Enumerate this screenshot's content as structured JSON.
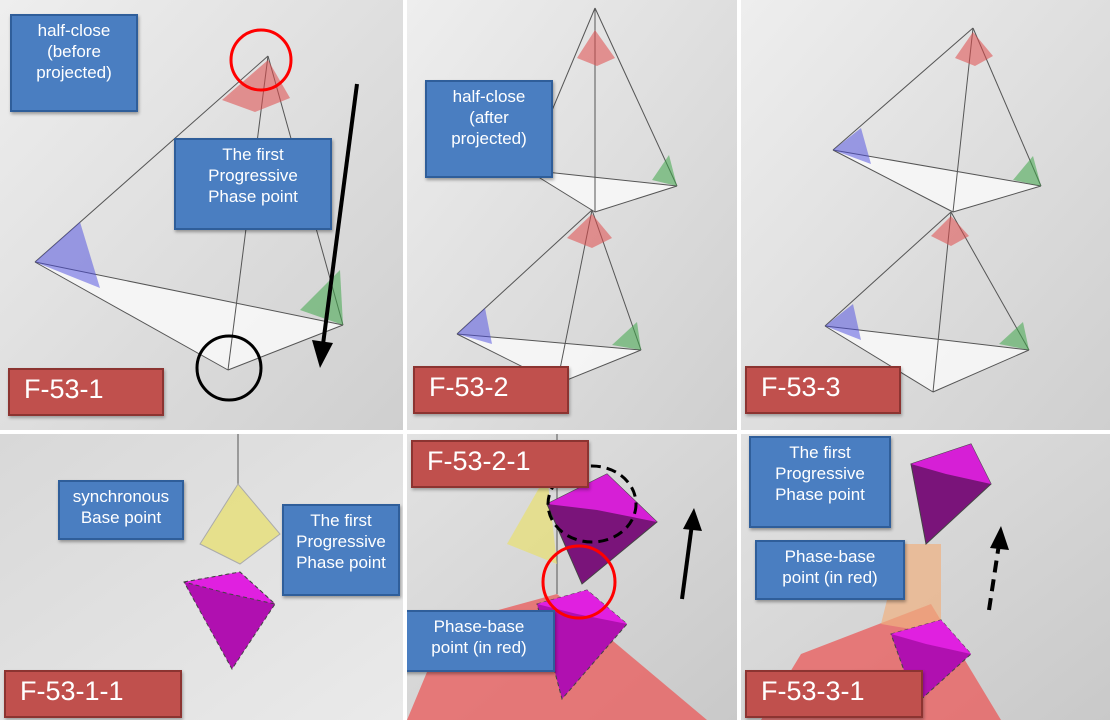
{
  "panels": {
    "f53_1": {
      "label": "F-53-1"
    },
    "f53_2": {
      "label": "F-53-2"
    },
    "f53_3": {
      "label": "F-53-3"
    },
    "f53_1_1": {
      "label": "F-53-1-1"
    },
    "f53_2_1": {
      "label": "F-53-2-1"
    },
    "f53_3_1": {
      "label": "F-53-3-1"
    }
  },
  "callouts": {
    "half_close_before": [
      "half-close",
      "(before",
      "projected)"
    ],
    "first_progressive_1": [
      "The first",
      "Progressive",
      "Phase point"
    ],
    "half_close_after": [
      "half-close",
      "(after",
      "projected)"
    ],
    "synchronous_base": [
      "synchronous",
      "Base point"
    ],
    "first_progressive_1_1": [
      "The first",
      "Progressive",
      "Phase point"
    ],
    "phase_base_2_1": [
      "Phase-base",
      "point (in red)"
    ],
    "first_progressive_3_1": [
      "The first",
      "Progressive",
      "Phase point"
    ],
    "phase_base_3_1": [
      "Phase-base",
      "point (in red)"
    ]
  },
  "colors": {
    "callout_fill": "#4a7ec1",
    "label_fill": "#c0504d",
    "red_tetra": "#e04a4a",
    "blue_tetra": "#4a4ae0",
    "green_tetra": "#3fa84a",
    "magenta_tetra": "#e020e0",
    "yellow_tetra": "#e8e070",
    "highlight_circle": "#ff0000"
  }
}
